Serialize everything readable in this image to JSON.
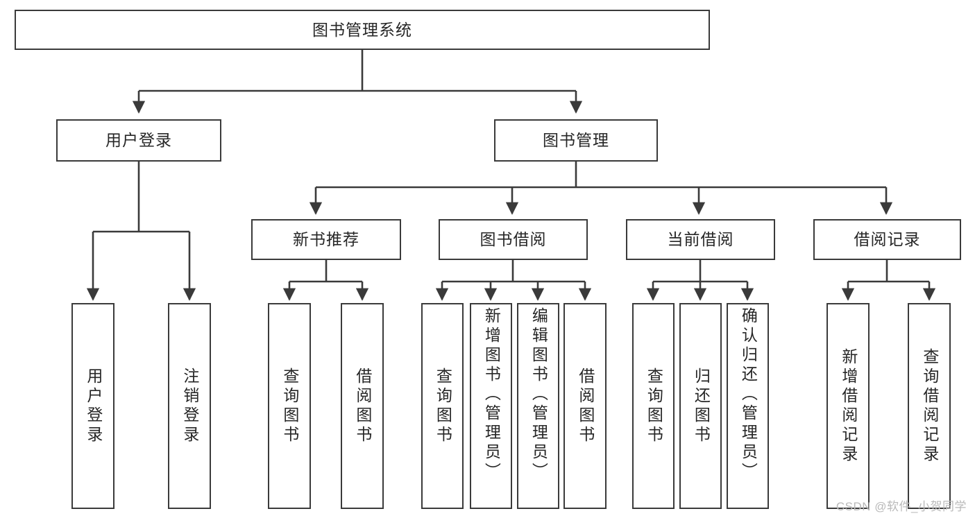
{
  "diagram": {
    "title": "图书管理系统",
    "type": "tree",
    "watermark": "CSDN @软件_小贺同学",
    "stroke_color": "#3a3a3a",
    "text_color": "#262626",
    "background_color": "#ffffff"
  },
  "nodes": {
    "root": {
      "label": "图书管理系统"
    },
    "level2": [
      {
        "label": "用户登录"
      },
      {
        "label": "图书管理"
      }
    ],
    "level3": [
      {
        "label": "新书推荐"
      },
      {
        "label": "图书借阅"
      },
      {
        "label": "当前借阅"
      },
      {
        "label": "借阅记录"
      }
    ],
    "leaves": {
      "user_login": [
        {
          "label": "用户登录"
        },
        {
          "label": "注销登录"
        }
      ],
      "new_book": [
        {
          "label": "查询图书"
        },
        {
          "label": "借阅图书"
        }
      ],
      "borrow_book": [
        {
          "label": "查询图书"
        },
        {
          "label": "新增图书（管理员）"
        },
        {
          "label": "编辑图书（管理员）"
        },
        {
          "label": "借阅图书"
        }
      ],
      "current_borrow": [
        {
          "label": "查询图书"
        },
        {
          "label": "归还图书"
        },
        {
          "label": "确认归还（管理员）"
        }
      ],
      "borrow_record": [
        {
          "label": "新增借阅记录"
        },
        {
          "label": "查询借阅记录"
        }
      ]
    }
  }
}
